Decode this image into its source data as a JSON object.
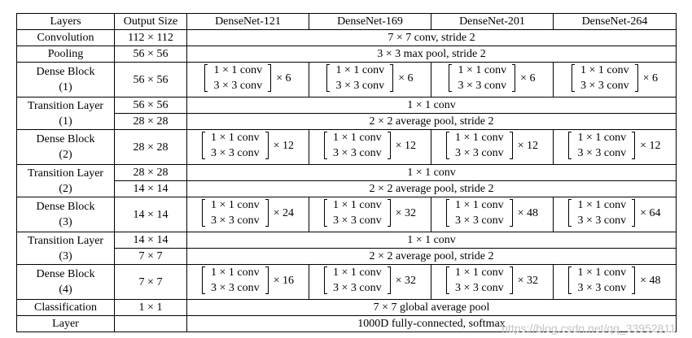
{
  "header": {
    "layers": "Layers",
    "output_size": "Output Size",
    "models": [
      "DenseNet-121",
      "DenseNet-169",
      "DenseNet-201",
      "DenseNet-264"
    ]
  },
  "conv_1x1": "1 × 1 conv",
  "conv_3x3": "3 × 3 conv",
  "rows": {
    "convolution": {
      "layer": "Convolution",
      "size": "112 × 112",
      "desc": "7 × 7 conv, stride 2"
    },
    "pooling": {
      "layer": "Pooling",
      "size": "56 × 56",
      "desc": "3 × 3 max pool, stride 2"
    },
    "db1": {
      "layer_line1": "Dense Block",
      "layer_line2": "(1)",
      "size": "56 × 56",
      "mult": [
        "× 6",
        "× 6",
        "× 6",
        "× 6"
      ]
    },
    "tl1": {
      "layer_line1": "Transition Layer",
      "layer_line2": "(1)",
      "size_a": "56 × 56",
      "desc_a": "1 × 1 conv",
      "size_b": "28 × 28",
      "desc_b": "2 × 2 average pool, stride 2"
    },
    "db2": {
      "layer_line1": "Dense Block",
      "layer_line2": "(2)",
      "size": "28 × 28",
      "mult": [
        "× 12",
        "× 12",
        "× 12",
        "× 12"
      ]
    },
    "tl2": {
      "layer_line1": "Transition Layer",
      "layer_line2": "(2)",
      "size_a": "28 × 28",
      "desc_a": "1 × 1 conv",
      "size_b": "14 × 14",
      "desc_b": "2 × 2 average pool, stride 2"
    },
    "db3": {
      "layer_line1": "Dense Block",
      "layer_line2": "(3)",
      "size": "14 × 14",
      "mult": [
        "× 24",
        "× 32",
        "× 48",
        "× 64"
      ]
    },
    "tl3": {
      "layer_line1": "Transition Layer",
      "layer_line2": "(3)",
      "size_a": "14 × 14",
      "desc_a": "1 × 1 conv",
      "size_b": "7 × 7",
      "desc_b": "2 × 2 average pool, stride 2"
    },
    "db4": {
      "layer_line1": "Dense Block",
      "layer_line2": "(4)",
      "size": "7 × 7",
      "mult": [
        "× 16",
        "× 32",
        "× 32",
        "× 48"
      ]
    },
    "cls": {
      "layer_line1": "Classification",
      "layer_line2": "Layer",
      "size": "1 × 1",
      "desc_a": "7 × 7 global average pool",
      "desc_b": "1000D fully-connected, softmax"
    }
  },
  "watermark": "https://blog.csdn.net/qq_33952811"
}
